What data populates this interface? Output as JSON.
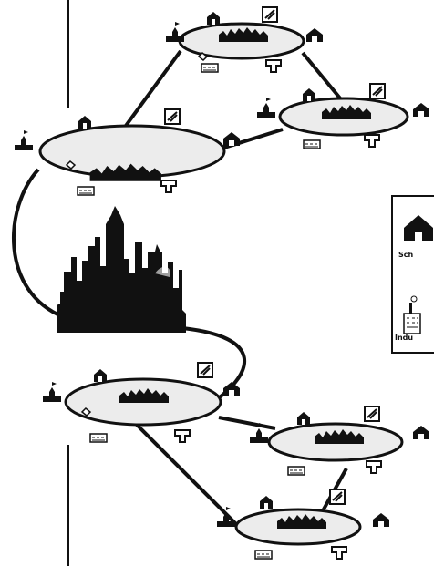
{
  "legend": {
    "items": [
      {
        "label": "Sch",
        "icon": "school-icon"
      },
      {
        "label": "Indu",
        "icon": "industry-icon"
      }
    ]
  },
  "clusters": [
    {
      "id": "top"
    },
    {
      "id": "upper-right"
    },
    {
      "id": "upper-left"
    },
    {
      "id": "lower-left"
    },
    {
      "id": "lower-right"
    },
    {
      "id": "bottom"
    }
  ],
  "colors": {
    "ink": "#111111",
    "fill": "#ececec",
    "background": "#ffffff"
  }
}
